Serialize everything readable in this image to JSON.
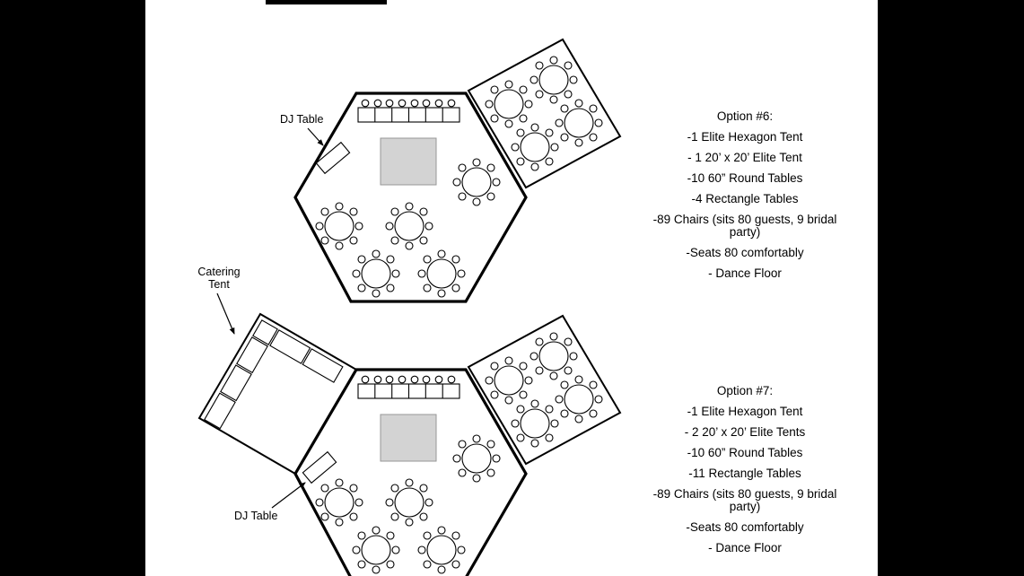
{
  "colors": {
    "letterbox": "#000000",
    "page": "#ffffff",
    "dance_floor": "#d3d3d3"
  },
  "diagram_top": {
    "dj_table_label": "DJ Table"
  },
  "diagram_bottom": {
    "dj_table_label": "DJ Table",
    "catering_label_line1": "Catering",
    "catering_label_line2": "Tent"
  },
  "options": [
    {
      "title": "Option #6:",
      "items": [
        "-1 Elite Hexagon Tent",
        "- 1 20’ x 20’ Elite Tent",
        "-10 60” Round Tables",
        "-4 Rectangle Tables",
        "-89 Chairs (sits 80 guests, 9 bridal party)",
        "-Seats 80 comfortably",
        "- Dance Floor"
      ]
    },
    {
      "title": "Option #7:",
      "items": [
        "-1 Elite Hexagon Tent",
        "- 2 20’ x 20’ Elite Tents",
        "-10 60” Round Tables",
        "-11 Rectangle Tables",
        "-89 Chairs (sits 80 guests, 9 bridal party)",
        "-Seats 80 comfortably",
        "- Dance Floor"
      ]
    }
  ]
}
